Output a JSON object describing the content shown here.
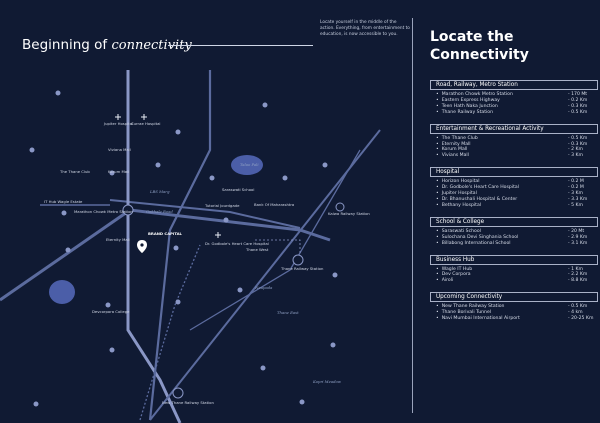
{
  "header": {
    "title_plain": "Beginning of",
    "title_script": "connectivity",
    "tagline": "Locate yourself in the middle of the action. Everything, from entertainment to education, is now accessible to you."
  },
  "panel": {
    "title_line1": "Locate the",
    "title_line2": "Connectivity",
    "sections": [
      {
        "title": "Road, Railway, Metro Station",
        "items": [
          {
            "name": "Marathon Chowk Metro Station",
            "dist": "- 170 Mt"
          },
          {
            "name": "Eastern Express Highway",
            "dist": "- 0.2 Km"
          },
          {
            "name": "Teen Hath Naka Junction",
            "dist": "- 0.3 Km"
          },
          {
            "name": "Thane Railway Station",
            "dist": "- 0.5 Km"
          }
        ]
      },
      {
        "title": "Entertainment & Recreational Activity",
        "items": [
          {
            "name": "The Thane Club",
            "dist": "- 0.5 Km"
          },
          {
            "name": "Eternity Mall",
            "dist": "- 0.3 Km"
          },
          {
            "name": "Korum Mall",
            "dist": "- 2 Km"
          },
          {
            "name": "Vivians Mall",
            "dist": "- 3 Km"
          }
        ]
      },
      {
        "title": "Hospital",
        "items": [
          {
            "name": "Horizon Hospital",
            "dist": "- 0.2 M"
          },
          {
            "name": "Dr. Godbole's Heart Care Hospital",
            "dist": "- 0.2 M"
          },
          {
            "name": "Jupiter Hospital",
            "dist": "- 3 Km"
          },
          {
            "name": "Dr. Bhanushali Hospital & Center",
            "dist": "- 3.3 Km"
          },
          {
            "name": "Bethany Hospital",
            "dist": "- 5 Km"
          }
        ]
      },
      {
        "title": "School & College",
        "items": [
          {
            "name": "Saraswati School",
            "dist": "- 20 Mt"
          },
          {
            "name": "Sulochana Devi Singhania School",
            "dist": "- 2.9 Km"
          },
          {
            "name": "Billabong International School",
            "dist": "- 3.1 Km"
          }
        ]
      },
      {
        "title": "Business Hub",
        "items": [
          {
            "name": "Wagle IT Hub",
            "dist": "- 1 Km"
          },
          {
            "name": "Dev Corpora",
            "dist": "- 2.2 Km"
          },
          {
            "name": "Airoli",
            "dist": "- 8.8 Km"
          }
        ]
      },
      {
        "title": "Upcoming Connectivity",
        "items": [
          {
            "name": "New Thane Railway Station",
            "dist": "- 0.5 Km"
          },
          {
            "name": "Thane Borivali Tunnel",
            "dist": "- 4 km"
          },
          {
            "name": "Navi Mumbai International Airport",
            "dist": "- 20-25 Km"
          }
        ]
      }
    ]
  },
  "map": {
    "colors": {
      "road": "#5b6b9e",
      "rail": "#8a97c6",
      "water": "#4b5ea8",
      "pin": "#6a7bc0"
    },
    "labels": {
      "jupiter": "Jupiter Hospital",
      "currae": "Currae Hospital",
      "viviana": "Viviana Mall",
      "korum": "Korum Mall",
      "thane_club": "The Thane Club",
      "it_hub": "IT Hub Wagle Estate",
      "marathon": "Marathon Chowk Metro Station",
      "eternity": "Eternity Mall",
      "brand": "BRAND CAPITAL",
      "gokhale": "Gokhale Road",
      "lbs": "LBS Marg",
      "saraswati": "Saraswati School",
      "tutorial": "Tutorial Jourdgade",
      "godbole": "Dr. Godbole's Heart Care Hospital",
      "talao": "Talao Pali",
      "bank": "Bank Of Maharashtra",
      "kalwa": "Kalwa Railway Station",
      "thane_west": "Thane West",
      "thane_rly": "Thane Railway Station",
      "naupada": "Naupada",
      "thane_east": "Thane East",
      "dev_corp": "Devcorpora College",
      "new_thane": "New Thane Railway Station",
      "kopri": "Kopri Meadow"
    }
  }
}
